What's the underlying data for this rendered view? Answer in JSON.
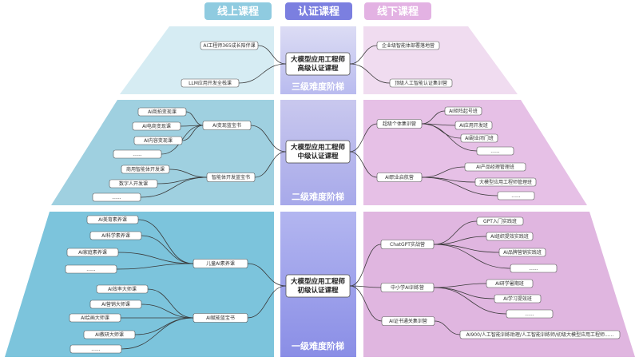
{
  "headers": {
    "online": "线上课程",
    "cert": "认证课程",
    "offline": "线下课程"
  },
  "colors": {
    "online_header": "#8fcbe0",
    "cert_header": "#7b7fe0",
    "offline_header": "#e3b2e3"
  },
  "tiers": [
    {
      "center": [
        "大模型应用工程师",
        "高级认证课程"
      ],
      "level": "三级难度阶梯",
      "left": [
        "AI工程师365成长陪伴课",
        "LLM应用开发全栈课"
      ],
      "right": [
        "企业级智能体部署落地营",
        "顶级人工智能认证集训营"
      ]
    },
    {
      "center": [
        "大模型应用工程师",
        "中级认证课程"
      ],
      "level": "二级难度阶梯",
      "left_groups": [
        {
          "hub": "AI变现蓝宝书",
          "items": [
            "AI商拍变现课",
            "AI电商变现课",
            "AI内容变现课",
            "......"
          ]
        },
        {
          "hub": "智能体开发蓝宝书",
          "items": [
            "商用智能体开发课",
            "数字人开发课",
            "......"
          ]
        }
      ],
      "right_groups": [
        {
          "hub": "超级个体集训营",
          "items": [
            "AI矩阵起号班",
            "AI应用开发班",
            "AI副业闭门班",
            "......"
          ]
        },
        {
          "hub": "AI职业启航营",
          "items": [
            "AI产品经理管理班",
            "大模型应用工程师管理班",
            "......"
          ]
        }
      ]
    },
    {
      "center": [
        "大模型应用工程师",
        "初级认证课程"
      ],
      "level": "一级难度阶梯",
      "left_groups": [
        {
          "hub": "儿童AI素养课",
          "items": [
            "AI美育素养课",
            "AI科学素养课",
            "AI家庭素养课",
            "......"
          ]
        },
        {
          "hub": "AI赋能蓝宝书",
          "items": [
            "AI效率大师课",
            "AI营销大师课",
            "AI绘画大师课",
            "AI教研大师课",
            "......"
          ]
        }
      ],
      "right_groups": [
        {
          "hub": "ChatGPT实战营",
          "items": [
            "GPT入门实践班",
            "AI组织提效实践班",
            "AI品牌营销实践班",
            "......"
          ]
        },
        {
          "hub": "中小学AI训练营",
          "items": [
            "AI研学暑期班",
            "AI学习提效班",
            "......"
          ]
        },
        {
          "hub": "AI证书通关集训营",
          "items": [
            "AI900/人工智能训练助理/人工智能训练师/初级大模型应用工程师......"
          ]
        }
      ]
    }
  ]
}
